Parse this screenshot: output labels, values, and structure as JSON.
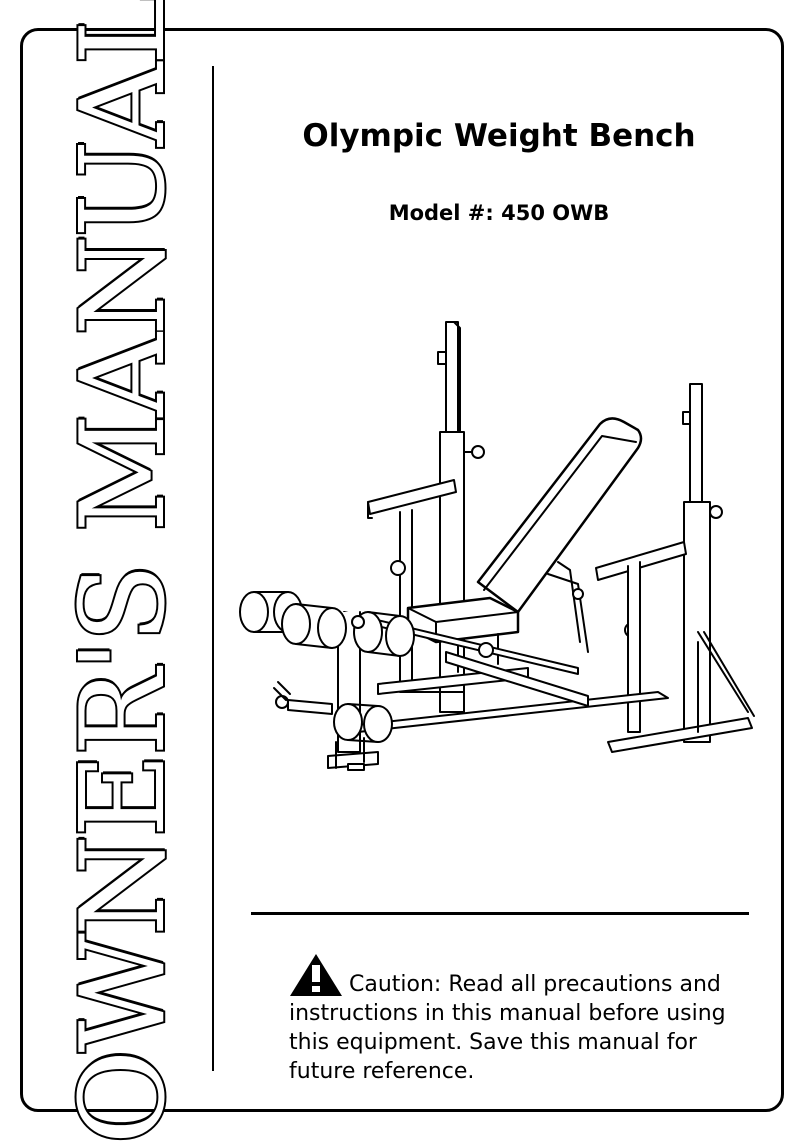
{
  "cover": {
    "spine_title": "OWNER'S MANUAL",
    "title": "Olympic Weight Bench",
    "model": "Model #: 450 OWB",
    "caution_text": "Caution: Read all precautions and instructions in this manual before using this equipment. Save this manual for future reference.",
    "icons": [
      "warning-icon"
    ]
  }
}
